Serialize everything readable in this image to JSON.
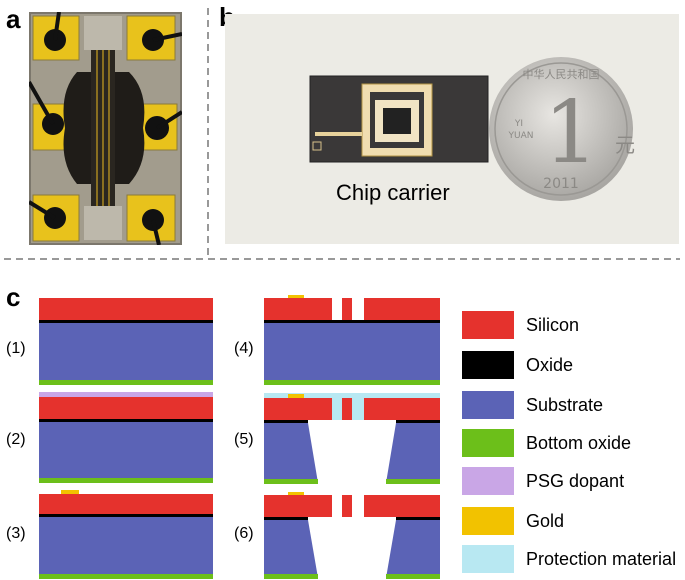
{
  "panels": {
    "a": {
      "label": "a"
    },
    "b": {
      "label": "b",
      "caption": "Chip carrier"
    },
    "c": {
      "label": "c"
    }
  },
  "steps": [
    "(1)",
    "(2)",
    "(3)",
    "(4)",
    "(5)",
    "(6)"
  ],
  "legend": [
    {
      "label": "Silicon",
      "color": "#e5322d"
    },
    {
      "label": "Oxide",
      "color": "#000000"
    },
    {
      "label": "Substrate",
      "color": "#5b63b6"
    },
    {
      "label": "Bottom oxide",
      "color": "#6cbf1a"
    },
    {
      "label": "PSG dopant",
      "color": "#c9a6e6"
    },
    {
      "label": "Gold",
      "color": "#f2c200"
    },
    {
      "label": "Protection material",
      "color": "#b8e8f2"
    }
  ],
  "coin": {
    "text_top": "中华人民共和国",
    "numeral": "1",
    "unit": "元",
    "latin": "YI YUAN",
    "year": "2011"
  }
}
